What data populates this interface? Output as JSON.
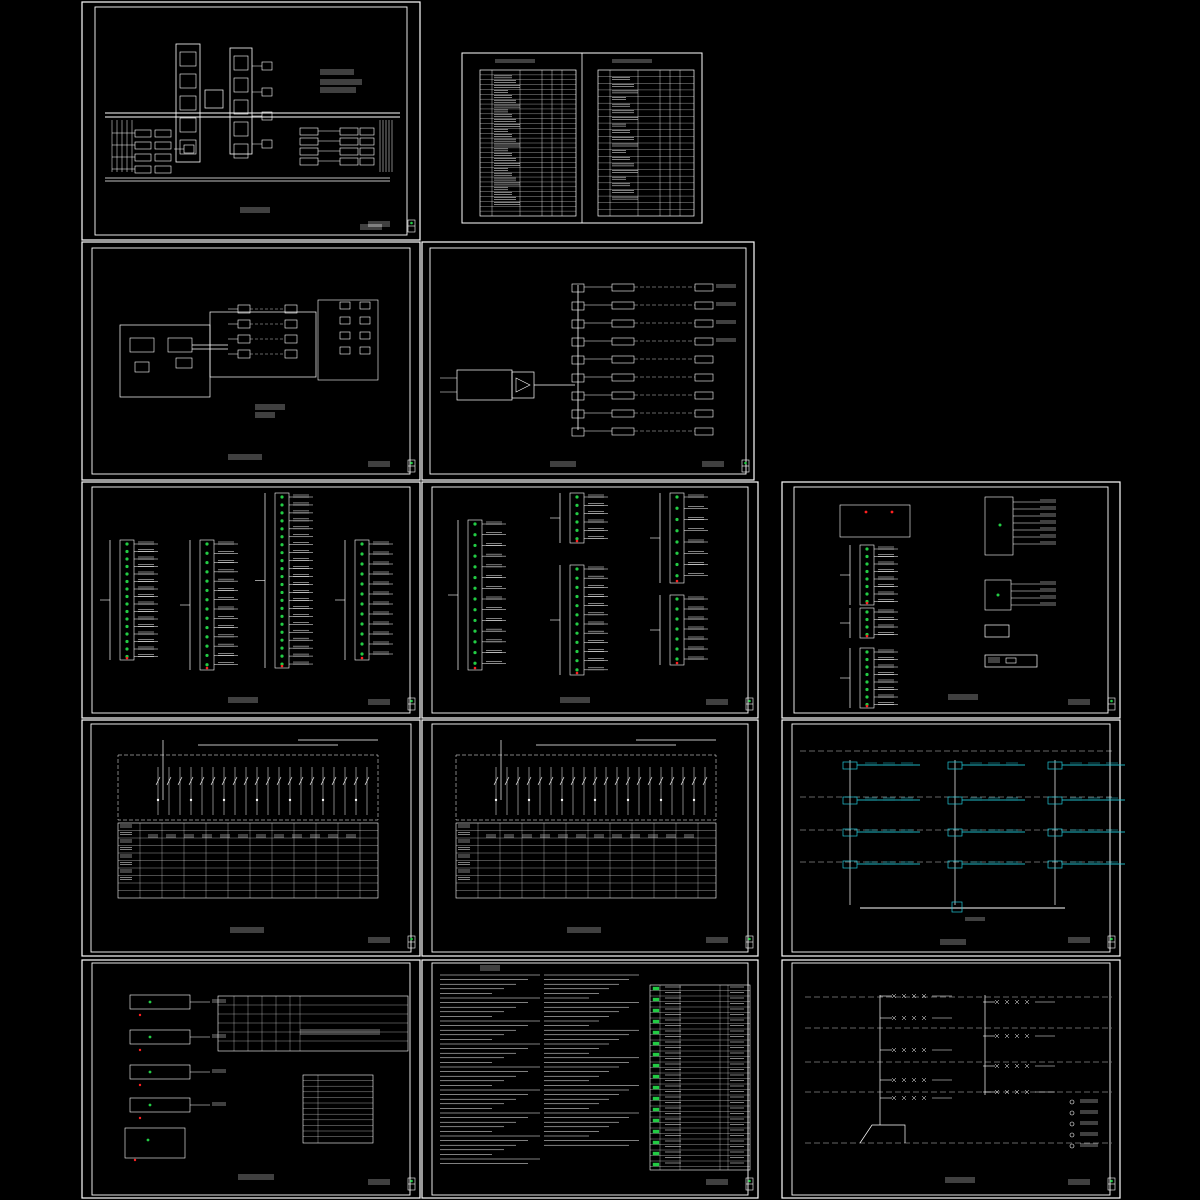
{
  "canvas": {
    "background": "#000000"
  },
  "colors": {
    "line": "#ffffff",
    "accent_green": "#22cc44",
    "accent_cyan": "#22c8d8",
    "accent_red": "#ff2020"
  },
  "sheets": [
    {
      "id": "s1",
      "kind": "network-riser"
    },
    {
      "id": "s2",
      "kind": "equipment-table"
    },
    {
      "id": "s3",
      "kind": "system-block"
    },
    {
      "id": "s4",
      "kind": "amplifier-block"
    },
    {
      "id": "s5",
      "kind": "distribution-a"
    },
    {
      "id": "s6",
      "kind": "distribution-b"
    },
    {
      "id": "s7",
      "kind": "distribution-c"
    },
    {
      "id": "s8",
      "kind": "switchgear-a"
    },
    {
      "id": "s9",
      "kind": "switchgear-b"
    },
    {
      "id": "s10",
      "kind": "floor-riser"
    },
    {
      "id": "s11",
      "kind": "panel-schedule"
    },
    {
      "id": "s12",
      "kind": "notes-legend"
    },
    {
      "id": "s13",
      "kind": "branch-riser"
    }
  ]
}
